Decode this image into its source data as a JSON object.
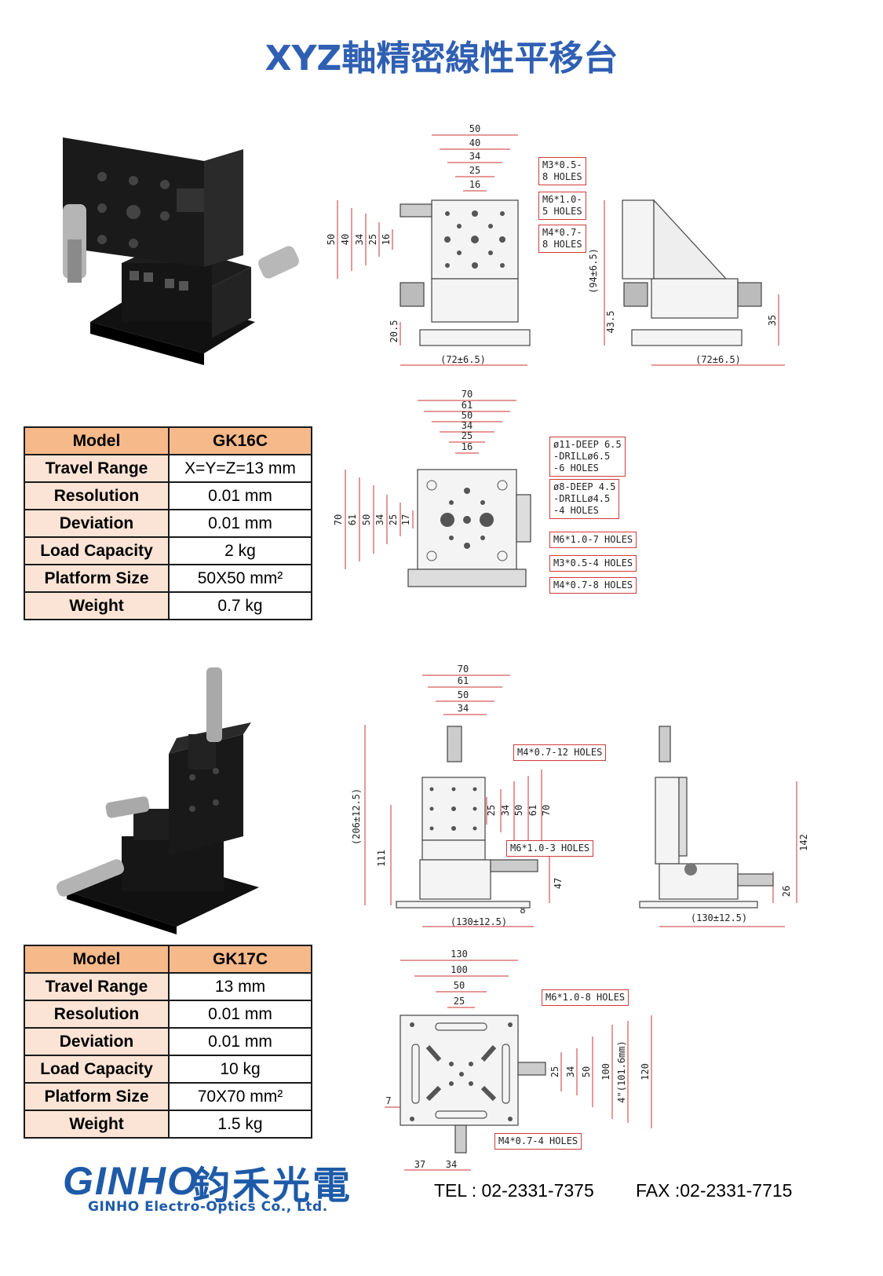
{
  "title": "XYZ軸精密線性平移台",
  "products": [
    {
      "header": {
        "key": "Model",
        "value": "GK16C"
      },
      "rows": [
        {
          "key": "Travel Range",
          "value": "X=Y=Z=13 mm"
        },
        {
          "key": "Resolution",
          "value": "0.01 mm"
        },
        {
          "key": "Deviation",
          "value": "0.01 mm"
        },
        {
          "key": "Load Capacity",
          "value": "2 kg"
        },
        {
          "key": "Platform Size",
          "value": "50X50 mm²"
        },
        {
          "key": "Weight",
          "value": "0.7 kg"
        }
      ],
      "drawing_top": {
        "dims_h": [
          "50",
          "40",
          "34",
          "25",
          "16"
        ],
        "dims_v": [
          "50",
          "40",
          "34",
          "25",
          "16"
        ],
        "callouts": [
          "M3*0.5-\n8 HOLES",
          "M6*1.0-\n5 HOLES",
          "M4*0.7-\n8 HOLES"
        ],
        "other": [
          "20.5",
          "(72±6.5)",
          "(94±6.5)",
          "43.5",
          "(72±6.5)",
          "35"
        ]
      },
      "drawing_base": {
        "dims_h": [
          "70",
          "61",
          "50",
          "34",
          "25",
          "16"
        ],
        "dims_v": [
          "70",
          "61",
          "50",
          "34",
          "25",
          "17"
        ],
        "callouts": [
          "ø11-DEEP 6.5\n-DRILLø6.5\n-6 HOLES",
          "ø8-DEEP 4.5\n-DRILLø4.5\n-4 HOLES",
          "M6*1.0-7 HOLES",
          "M3*0.5-4 HOLES",
          "M4*0.7-8 HOLES"
        ]
      }
    },
    {
      "header": {
        "key": "Model",
        "value": "GK17C"
      },
      "rows": [
        {
          "key": "Travel Range",
          "value": "13 mm"
        },
        {
          "key": "Resolution",
          "value": "0.01 mm"
        },
        {
          "key": "Deviation",
          "value": "0.01 mm"
        },
        {
          "key": "Load Capacity",
          "value": "10 kg"
        },
        {
          "key": "Platform Size",
          "value": "70X70 mm²"
        },
        {
          "key": "Weight",
          "value": "1.5 kg"
        }
      ],
      "drawing_front": {
        "dims_h": [
          "70",
          "61",
          "50",
          "34"
        ],
        "dims_v": [
          "25",
          "34",
          "50",
          "61",
          "70"
        ],
        "callouts": [
          "M4*0.7-12 HOLES",
          "M6*1.0-3 HOLES"
        ],
        "other": [
          "(206±12.5)",
          "111",
          "47",
          "8",
          "(130±12.5)",
          "142",
          "26",
          "(130±12.5)"
        ]
      },
      "drawing_base": {
        "dims_h": [
          "130",
          "100",
          "50",
          "25"
        ],
        "dims_v": [
          "25",
          "34",
          "50",
          "100",
          "4\"(101.6mm)",
          "120"
        ],
        "callouts": [
          "M6*1.0-8 HOLES",
          "M4*0.7-4 HOLES"
        ],
        "other": [
          "7",
          "37",
          "34"
        ]
      }
    }
  ],
  "footer": {
    "logo_mark": "GINHO",
    "logo_cn": "鈞禾光電",
    "logo_en": "GINHO Electro-Optics Co., Ltd.",
    "tel": "TEL : 02-2331-7375",
    "fax": "FAX :02-2331-7715"
  },
  "colors": {
    "title": "#2f5fb3",
    "table_header": "#f5b98a",
    "table_key": "#fbe4d5",
    "dimension": "#d23a3a",
    "logo": "#1e5aa8"
  }
}
